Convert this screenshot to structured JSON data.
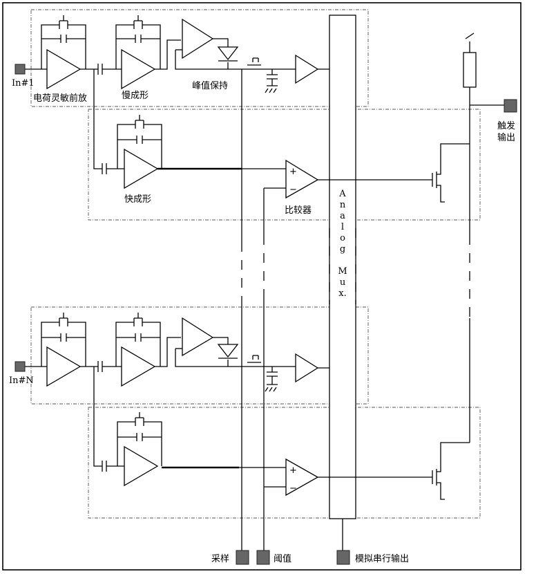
{
  "labels": {
    "input_first": "In#1",
    "input_last": "In#N",
    "charge_preamp": "电荷灵敏前放",
    "slow_shaper": "慢成形",
    "peak_hold": "峰值保持",
    "fast_shaper": "快成形",
    "comparator": "比较器",
    "trigger_out_line1": "触发",
    "trigger_out_line2": "输出",
    "sample": "采样",
    "threshold": "阈值",
    "analog_serial_out": "模拟串行输出",
    "mux_letters": [
      "A",
      "n",
      "a",
      "l",
      "o",
      "g",
      "",
      "M",
      "u",
      "x."
    ],
    "plus": "+",
    "minus": "−"
  },
  "colors": {
    "pad": "#666666",
    "line": "#000000",
    "box": "#555555"
  }
}
